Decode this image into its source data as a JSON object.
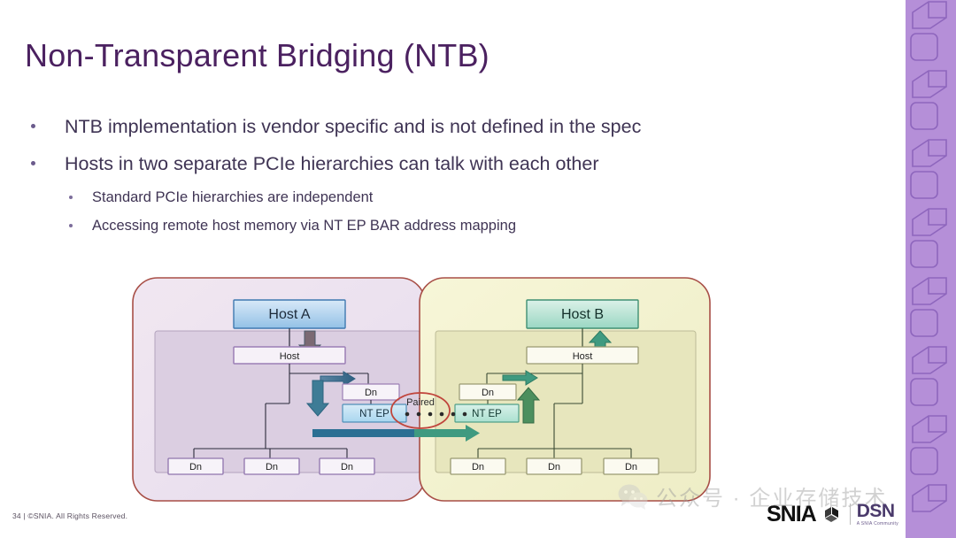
{
  "slide": {
    "title": "Non-Transparent Bridging (NTB)",
    "bullets": [
      {
        "level": 1,
        "text": "NTB implementation is vendor specific and is not defined in the spec"
      },
      {
        "level": 1,
        "text": "Hosts in two separate PCIe hierarchies can talk with each other"
      },
      {
        "level": 2,
        "text": "Standard PCIe hierarchies are independent"
      },
      {
        "level": 2,
        "text": "Accessing remote host memory via NT EP BAR address mapping"
      }
    ],
    "footer": "34 | ©SNIA. All Rights Reserved.",
    "watermark": {
      "icon": "wechat-icon",
      "text": "公众号 · 企业存储技术"
    },
    "logos": {
      "snia": "SNIA",
      "dsn": "DSN",
      "dsn_tagline": "A SNIA Community"
    }
  },
  "diagram": {
    "left_panel": {
      "name": "host-a-hierarchy",
      "fill": "#ece3ee",
      "stroke": "#a84f47",
      "inner_fill": "#ddd0e2",
      "host_box": {
        "label": "Host A",
        "fill_top": "#cfe5f7",
        "fill_bottom": "#97c4e8",
        "stroke": "#3f79b0"
      },
      "root_label": "Host",
      "dn_label": "Dn",
      "nt_ep_label": "NT EP",
      "nt_ep_fill": "#bfe0f2",
      "leaf_labels": [
        "Dn",
        "Dn",
        "Dn"
      ],
      "arrow_color": "#3e6f8e"
    },
    "right_panel": {
      "name": "host-b-hierarchy",
      "fill": "#f4f3d2",
      "stroke": "#a84f47",
      "inner_fill": "#e8e8bf",
      "host_box": {
        "label": "Host B",
        "fill_top": "#d6efe4",
        "fill_bottom": "#9ed8c4",
        "stroke": "#3f8f73"
      },
      "root_label": "Host",
      "dn_label": "Dn",
      "nt_ep_label": "NT EP",
      "nt_ep_fill": "#bfe8dc",
      "leaf_labels": [
        "Dn",
        "Dn",
        "Dn"
      ],
      "arrow_color": "#2f8f70"
    },
    "pairing": {
      "label": "Paired",
      "ellipse_stroke": "#c0453c",
      "dot_color": "#2a2a2a",
      "dot_count": 7
    }
  },
  "colors": {
    "title": "#4b2160",
    "body_text": "#3f3454",
    "band": "#b58fd8",
    "band_line": "#8e66bd"
  }
}
